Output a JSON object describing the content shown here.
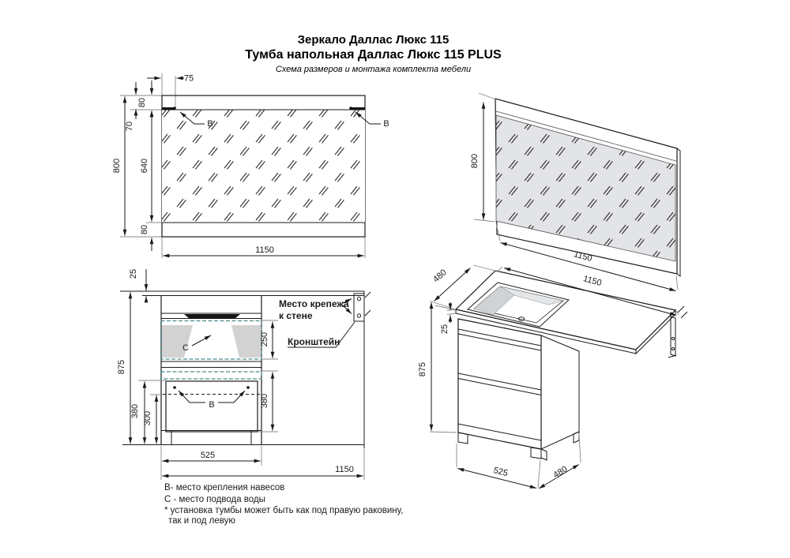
{
  "title": {
    "line1": "Зеркало Даллас Люкс 115",
    "line2": "Тумба напольная Даллас Люкс 115 PLUS",
    "subtitle": "Схема размеров и монтажа комплекта мебели"
  },
  "mirror_front": {
    "b_left": "B",
    "b_right": "B",
    "d75": "75",
    "d80_top": "80",
    "d70": "70",
    "d800": "800",
    "d640": "640",
    "d80_bottom": "80",
    "d1150": "1150"
  },
  "mirror_persp": {
    "d800": "800",
    "d1150": "1150"
  },
  "cabinet_front": {
    "d25": "25",
    "d875": "875",
    "d250": "250",
    "d380_right": "380",
    "d380_left": "380",
    "d300": "300",
    "d525": "525",
    "d1150": "1150",
    "c": "C",
    "b": "B",
    "mount_line1": "Место крепежа",
    "mount_line2": "к стене",
    "bracket": "Кронштейн"
  },
  "cabinet_persp": {
    "d480_top": "480",
    "d1150": "1150",
    "d25": "25",
    "d875": "875",
    "d525": "525",
    "d480_bottom": "480"
  },
  "notes": {
    "line1": "В- место крепления навесов",
    "line2": "С - место подвода воды",
    "line3": "* установка тумбы может быть как под правую раковину,",
    "line4": "так и под левую"
  },
  "colors": {
    "line": "#1a1a1a",
    "dashed_zone": "#4d8b8b",
    "drawer_fill": "#d6d6d6",
    "side_fill": "#c3c6c8",
    "glass_fill": "#e3e4e7"
  }
}
